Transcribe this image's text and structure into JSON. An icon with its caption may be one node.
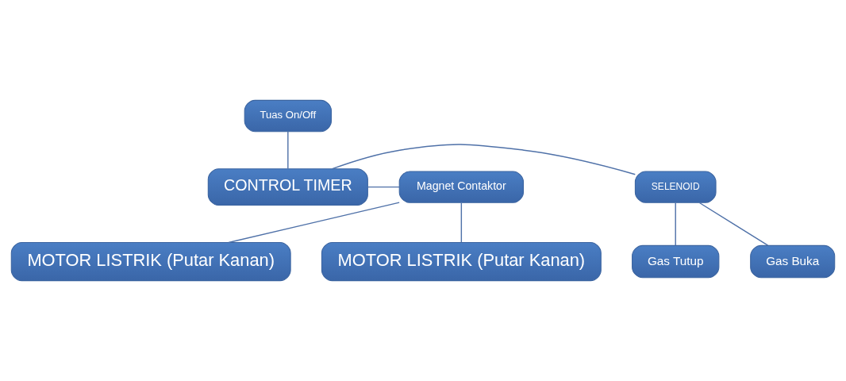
{
  "diagram": {
    "nodes": [
      {
        "text": [
          "Tuas On/Off"
        ]
      },
      {
        "text": [
          "CONTROL TIMER"
        ]
      },
      {
        "text": [
          "SELENOID"
        ]
      },
      {
        "text": [
          "Magnet Contaktor"
        ]
      },
      {
        "text": [
          "Gas Tutup"
        ]
      },
      {
        "text": [
          "Gas Buka"
        ]
      },
      {
        "text": [
          "MOTOR LISTRIK (Putar Kanan)"
        ]
      },
      {
        "text": [
          "MOTOR LISTRIK (Putar Kanan)"
        ]
      }
    ],
    "edges": [
      {
        "from": 0,
        "to": 1,
        "arrow": "none"
      },
      {
        "from": 1,
        "to": 2,
        "arrow": "none"
      },
      {
        "from": 1,
        "to": 3,
        "arrow": "none"
      },
      {
        "from": 2,
        "to": 4,
        "arrow": "none"
      },
      {
        "from": 2,
        "to": 5,
        "arrow": "none"
      },
      {
        "from": 3,
        "to": 6,
        "arrow": "none"
      },
      {
        "from": 3,
        "to": 7,
        "arrow": "none"
      }
    ]
  }
}
